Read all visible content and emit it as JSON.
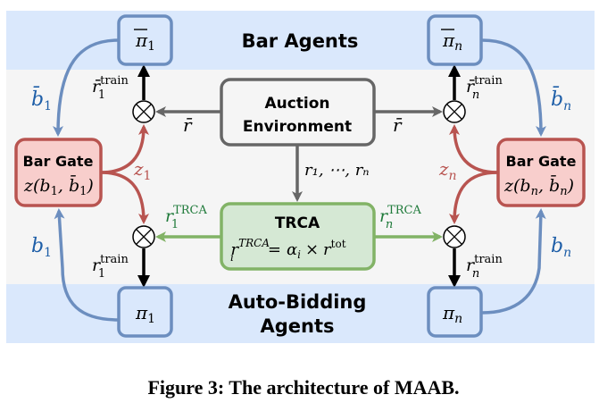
{
  "caption": "Figure 3: The architecture of MAAB.",
  "bands": {
    "top_label": "Bar Agents",
    "bottom_label_line1": "Auto-Bidding",
    "bottom_label_line2": "Agents"
  },
  "nodes": {
    "bar_policy_1": {
      "symbol": "π",
      "sub": "1",
      "overbar": true
    },
    "bar_policy_n": {
      "symbol": "π",
      "sub": "n",
      "overbar": true
    },
    "policy_1": {
      "symbol": "π",
      "sub": "1"
    },
    "policy_n": {
      "symbol": "π",
      "sub": "n"
    },
    "auction_env": {
      "line1": "Auction",
      "line2": "Environment"
    },
    "trca": {
      "title": "TRCA",
      "formula_lhs_base": "r",
      "formula_lhs_sup": "TRCA",
      "formula_lhs_sub": "i",
      "formula_eq": "=",
      "formula_alpha": "α",
      "formula_alpha_sub": "i",
      "formula_times": "×",
      "formula_r": "r",
      "formula_r_sup": "tot"
    },
    "bar_gate_1": {
      "title": "Bar Gate",
      "fn": "z(b",
      "sub1": "1",
      "mid": ", b̄",
      "sub2": "1",
      "close": ")"
    },
    "bar_gate_n": {
      "title": "Bar Gate",
      "fn": "z(b",
      "sub1": "n",
      "mid": ", b̄",
      "sub2": "n",
      "close": ")"
    }
  },
  "edge_labels": {
    "r_bar_left": "r̄",
    "r_bar_right": "r̄",
    "r_list": "r₁, ⋯, rₙ",
    "b_bar_1": {
      "base": "b̄",
      "sub": "1"
    },
    "b_bar_n": {
      "base": "b̄",
      "sub": "n"
    },
    "b_1": {
      "base": "b",
      "sub": "1"
    },
    "b_n": {
      "base": "b",
      "sub": "n"
    },
    "z_1": {
      "base": "z",
      "sub": "1"
    },
    "z_n": {
      "base": "z",
      "sub": "n"
    },
    "r_bar_train_1": {
      "base": "r̄",
      "sup": "train",
      "sub": "1"
    },
    "r_bar_train_n": {
      "base": "r̄",
      "sup": "train",
      "sub": "n"
    },
    "r_train_1": {
      "base": "r",
      "sup": "train",
      "sub": "1"
    },
    "r_train_n": {
      "base": "r",
      "sup": "train",
      "sub": "n"
    },
    "r_trca_1": {
      "base": "r",
      "sup": "TRCA",
      "sub": "1"
    },
    "r_trca_n": {
      "base": "r",
      "sup": "TRCA",
      "sub": "n"
    }
  },
  "colors": {
    "band_blue": "#dae8fc",
    "middle_gray": "#f5f5f5",
    "agent_stroke": "#6c8ebf",
    "gate_fill": "#f8cecc",
    "gate_stroke": "#b85450",
    "trca_fill": "#d5e8d4",
    "trca_stroke": "#82b366",
    "env_stroke": "#666666",
    "label_blue": "#1f5fa8",
    "label_red": "#b85450",
    "label_green": "#1f7a3a"
  }
}
